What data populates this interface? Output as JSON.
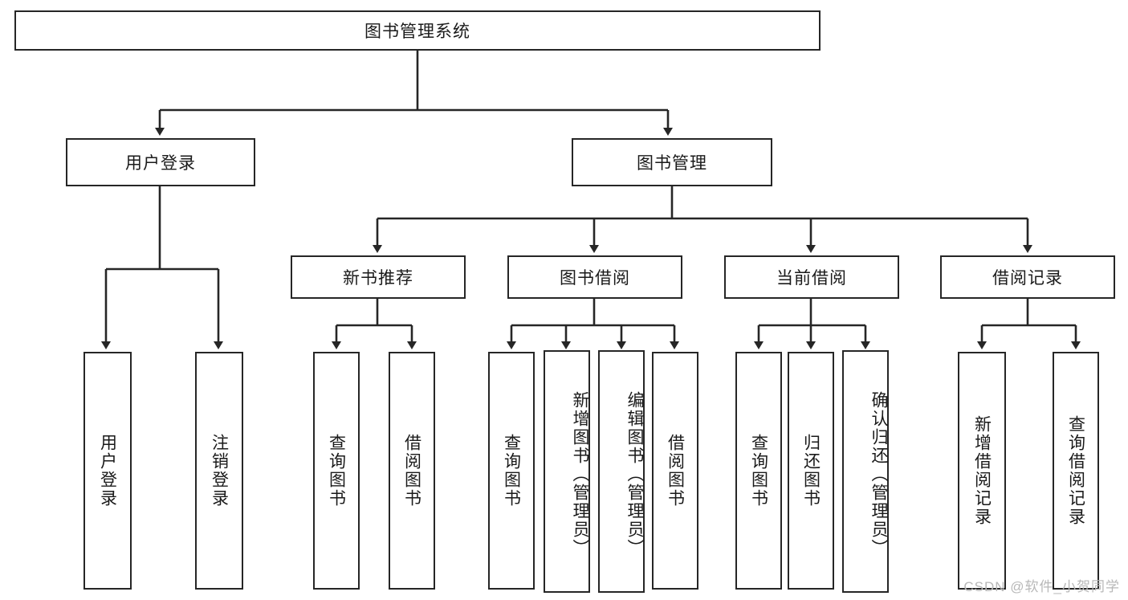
{
  "diagram": {
    "type": "tree",
    "title": "图书管理系统",
    "root": {
      "label": "图书管理系统"
    },
    "level2": [
      {
        "label": "用户登录"
      },
      {
        "label": "图书管理"
      }
    ],
    "level3": [
      {
        "label": "新书推荐"
      },
      {
        "label": "图书借阅"
      },
      {
        "label": "当前借阅"
      },
      {
        "label": "借阅记录"
      }
    ],
    "leaves": {
      "user_login": [
        {
          "label": "用户登录"
        },
        {
          "label": "注销登录"
        }
      ],
      "new_book": [
        {
          "label": "查询图书"
        },
        {
          "label": "借阅图书"
        }
      ],
      "book_borrow": [
        {
          "label": "查询图书"
        },
        {
          "label": "新增图书（管理员）"
        },
        {
          "label": "编辑图书（管理员）"
        },
        {
          "label": "借阅图书"
        }
      ],
      "current_borrow": [
        {
          "label": "查询图书"
        },
        {
          "label": "归还图书"
        },
        {
          "label": "确认归还（管理员）"
        }
      ],
      "borrow_record": [
        {
          "label": "新增借阅记录"
        },
        {
          "label": "查询借阅记录"
        }
      ]
    }
  },
  "watermark": {
    "text": "CSDN @软件_小贺同学"
  },
  "colors": {
    "stroke": "#262626",
    "background": "#ffffff",
    "text": "#1a1a1a",
    "watermark": "#b8b8b8"
  }
}
